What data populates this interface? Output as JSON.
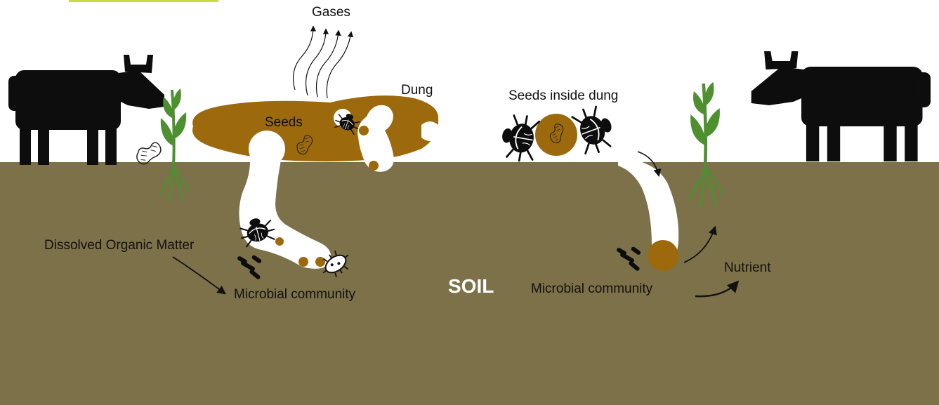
{
  "labels": {
    "gases": "Gases",
    "dung": "Dung",
    "seeds": "Seeds",
    "seeds_inside_dung": "Seeds inside dung",
    "dissolved_organic_matter": "Dissolved Organic Matter",
    "microbial_community_left": "Microbial community",
    "microbial_community_right": "Microbial community",
    "soil": "SOIL",
    "nutrient": "Nutrient"
  },
  "colors": {
    "soil": "#7d7149",
    "dung": "#9c6a0c",
    "plant": "#4e9030",
    "animal": "#0d0d0d",
    "accent_bar": "#c9dd3a"
  },
  "icons": [
    "cow-icon",
    "plant-icon",
    "peanut-seed-icon",
    "dung-beetle-icon",
    "bacterium-icon",
    "microbe-icon",
    "gas-arrow-icon"
  ]
}
